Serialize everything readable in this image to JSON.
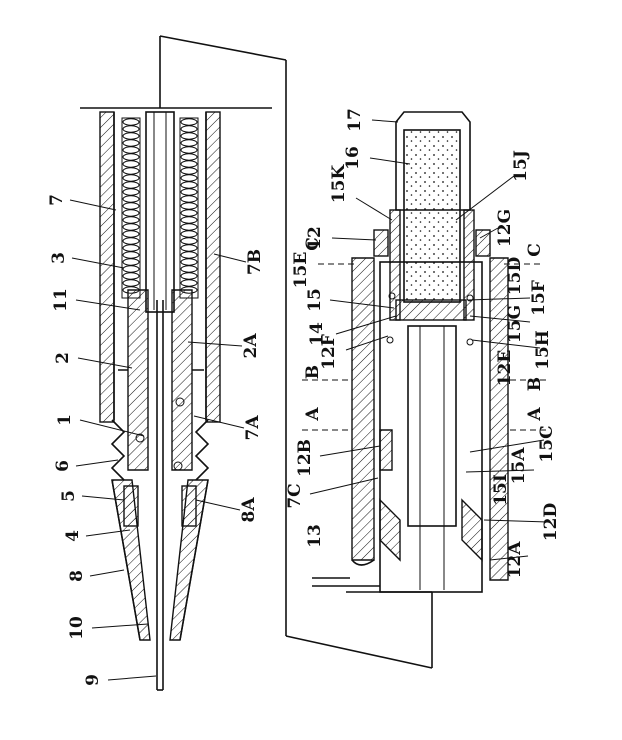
{
  "labels_left": [
    "7",
    "3",
    "11",
    "2",
    "1",
    "6",
    "5",
    "4",
    "8",
    "10",
    "9",
    "7B",
    "2A",
    "7A",
    "8A"
  ],
  "labels_right": [
    "17",
    "16",
    "15K",
    "15J",
    "12",
    "C",
    "15E",
    "15",
    "14",
    "12F",
    "B",
    "A",
    "12B",
    "7C",
    "13",
    "12G",
    "C",
    "15D",
    "15F",
    "15G",
    "15H",
    "12E",
    "B",
    "A",
    "15C",
    "15A",
    "15I",
    "12D",
    "12A"
  ],
  "colors": {
    "line": "#111111",
    "background": "#ffffff"
  }
}
